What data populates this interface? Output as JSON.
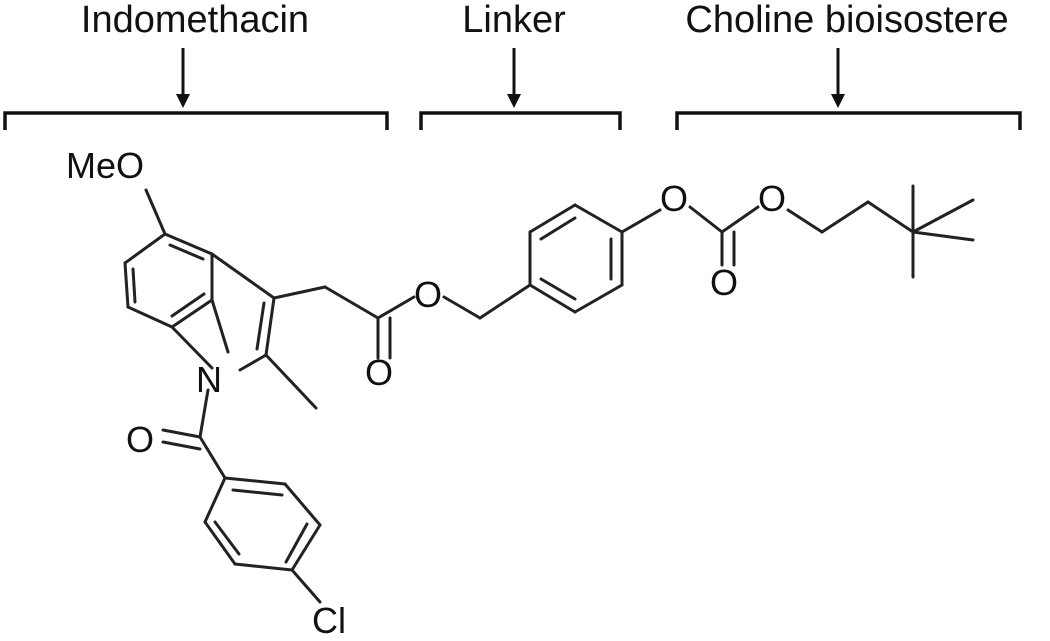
{
  "sections": [
    {
      "key": "indomethacin",
      "label": "Indomethacin"
    },
    {
      "key": "linker",
      "label": "Linker"
    },
    {
      "key": "choline",
      "label": "Choline bioisostere"
    }
  ],
  "atoms": {
    "methoxy": "MeO",
    "nitrogen": "N",
    "carbonyl_oxygen_amide": "O",
    "ester_oxygen_carbonyl": "O",
    "ester_oxygen_link": "O",
    "phenol_oxygen": "O",
    "carbonate_oxygen_double": "O",
    "carbonate_oxygen_link": "O",
    "chlorine": "Cl"
  }
}
